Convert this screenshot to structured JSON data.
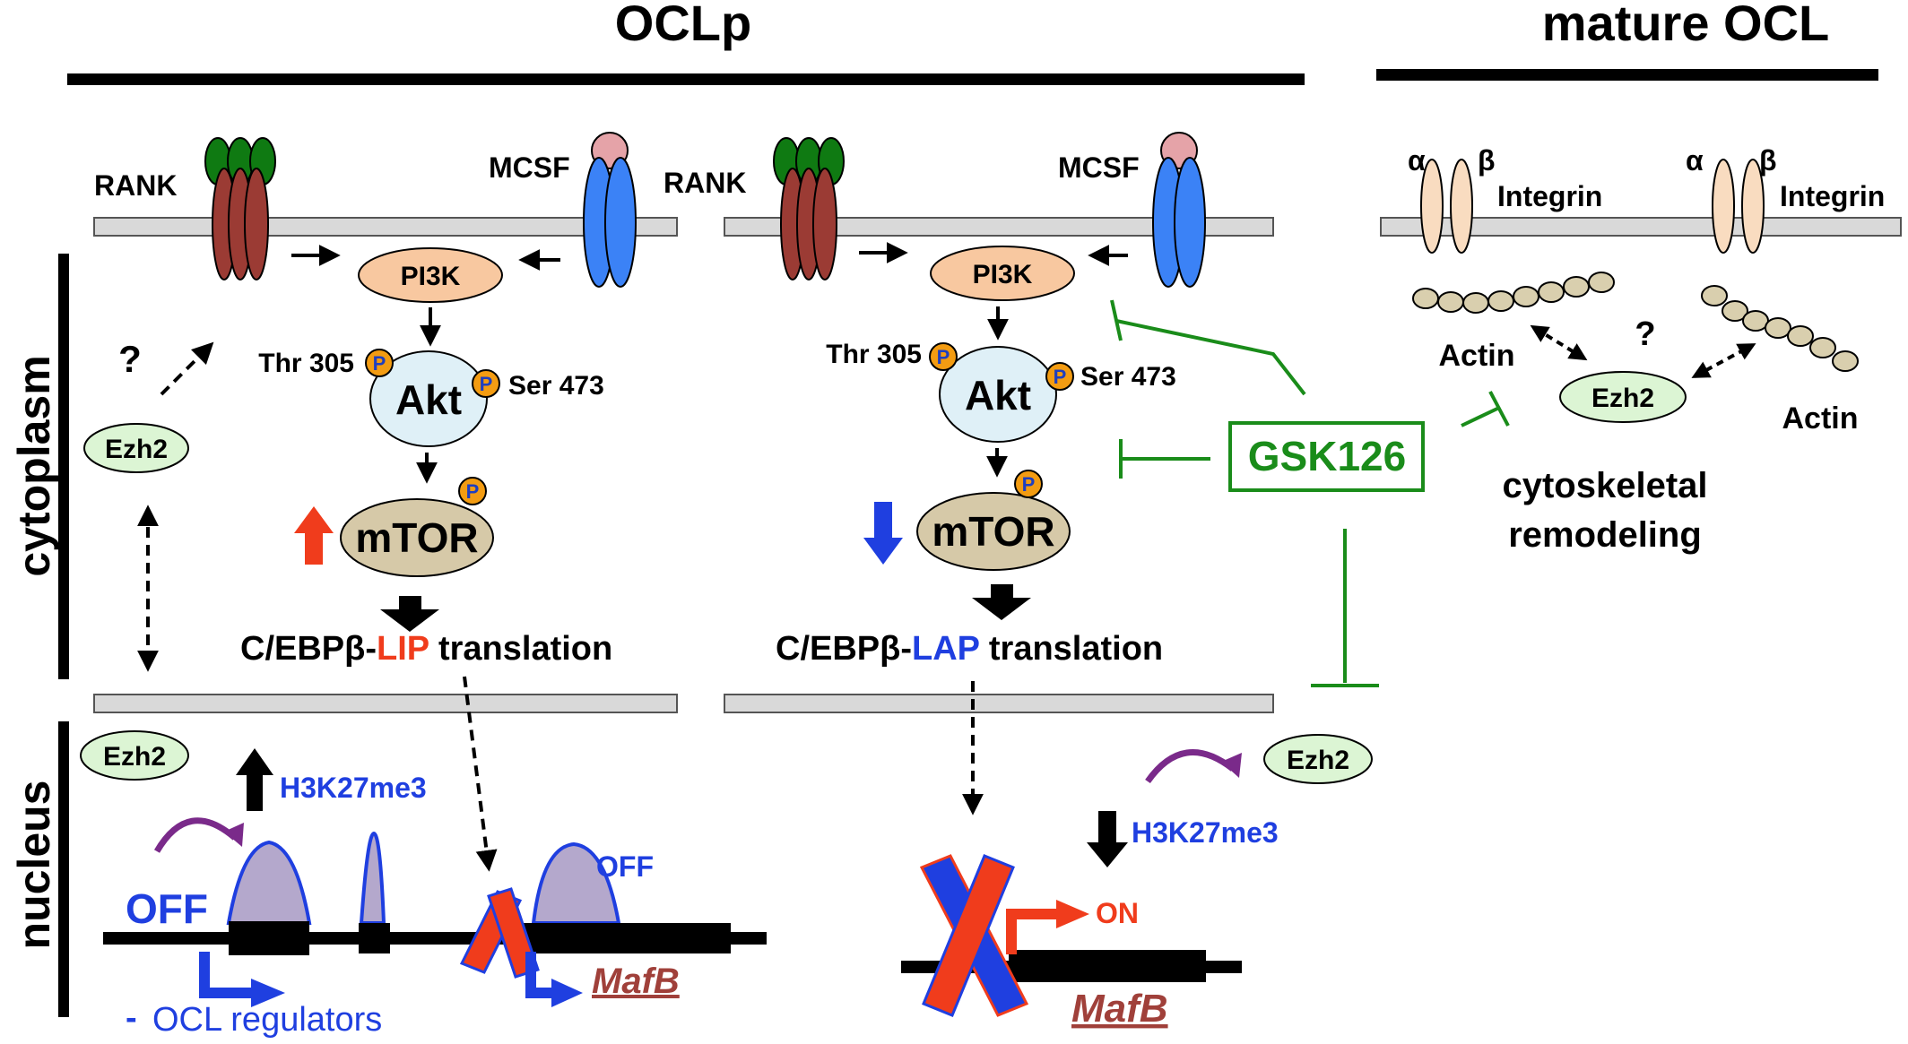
{
  "headers": {
    "oclp": "OCLp",
    "mature": "mature OCL"
  },
  "compartments": {
    "cytoplasm": "cytoplasm",
    "nucleus": "nucleus"
  },
  "receptors": {
    "rank": "RANK",
    "mcsf": "MCSF",
    "alpha": "α",
    "beta": "β",
    "integrin": "Integrin"
  },
  "nodes": {
    "pi3k": "PI3K",
    "akt": "Akt",
    "mtor": "mTOR",
    "ezh2": "Ezh2",
    "gsk126": "GSK126",
    "p": "P",
    "actin": "Actin",
    "question": "?"
  },
  "sites": {
    "thr": "Thr 305",
    "ser": "Ser 473"
  },
  "translation": {
    "prefix": "C/EBPβ-",
    "lip": "LIP",
    "lap": "LAP",
    "suffix": " translation"
  },
  "nucleus": {
    "h3k27me3": "H3K27me3",
    "off": "OFF",
    "on": "ON",
    "mafb": "MafB",
    "minus": "-",
    "ocl_regulators": "OCL regulators"
  },
  "remodeling": {
    "line1": "cytoskeletal",
    "line2": "remodeling"
  },
  "colors": {
    "black": "#000000",
    "membrane": "#d9d9d9",
    "rank_body": "#9b3b34",
    "rank_head": "#0f7a12",
    "mcsf_body": "#3b82f6",
    "mcsf_head": "#e5a3a8",
    "pi3k": "#f8c8a0",
    "akt": "#dff0f7",
    "mtor": "#d6c9a8",
    "ezh2": "#dcf5d4",
    "phospho": "#f39c12",
    "phospho_text": "#1f3fbf",
    "gsk": "#1a8c1a",
    "red": "#f03c1c",
    "blue": "#1f3fe0",
    "purple": "#7a2a8a",
    "mafb": "#a0403a",
    "peak": "#b4a8cc",
    "integrin": "#f9dcc0",
    "actin": "#d9cfae"
  }
}
